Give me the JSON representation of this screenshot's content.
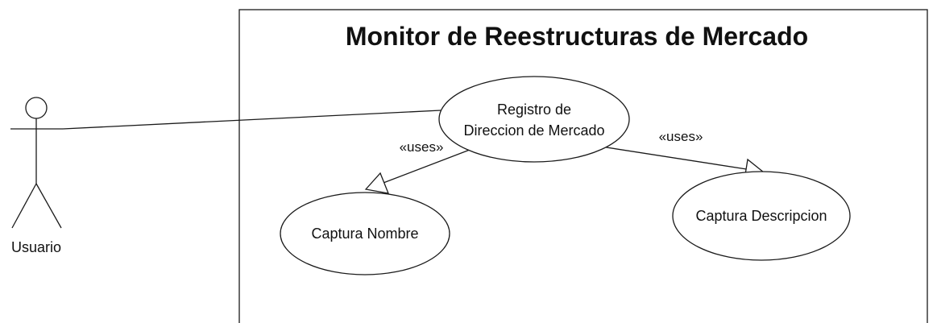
{
  "diagram": {
    "system": {
      "title": "Monitor de Reestructuras de Mercado"
    },
    "actor": {
      "name": "Usuario"
    },
    "use_cases": {
      "main": {
        "line1": "Registro de",
        "line2": "Direccion de Mercado"
      },
      "nombre": {
        "label": "Captura Nombre"
      },
      "descripcion": {
        "label": "Captura Descripcion"
      }
    },
    "relations": {
      "uses_left": "«uses»",
      "uses_right": "«uses»"
    }
  }
}
